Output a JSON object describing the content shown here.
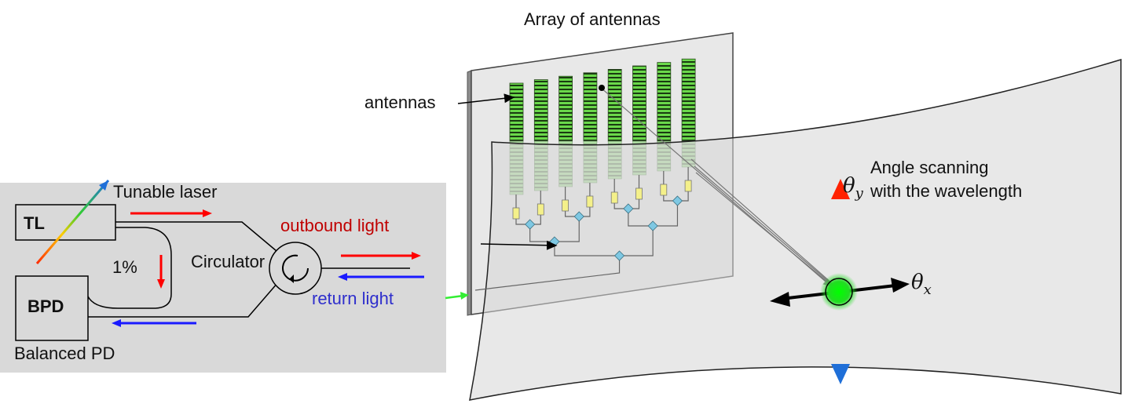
{
  "title": "Array of antennas",
  "labels": {
    "antennas": "antennas",
    "tunable_laser": "Tunable laser",
    "tl": "TL",
    "bpd": "BPD",
    "balanced_pd": "Balanced PD",
    "split_ratio": "1%",
    "circulator": "Circulator",
    "outbound_light": "outbound light",
    "return_light": "return light",
    "angle_scanning_line1": "Angle scanning",
    "angle_scanning_line2": "with the wavelength",
    "theta_y": "θ",
    "theta_y_sub": "y",
    "theta_x": "θ",
    "theta_x_sub": "x"
  },
  "colors": {
    "outbound": "#ff0000",
    "return": "#1a1aff",
    "outbound_text": "#c00000",
    "return_text": "#2f2fcc",
    "antenna_green": "#5fd13a",
    "splitter": "#7ec8e3",
    "phase_shifter": "#f4f08a",
    "panel_gray": "#d9d9d9",
    "screen_gray": "#ececec"
  },
  "antenna_count": 8
}
